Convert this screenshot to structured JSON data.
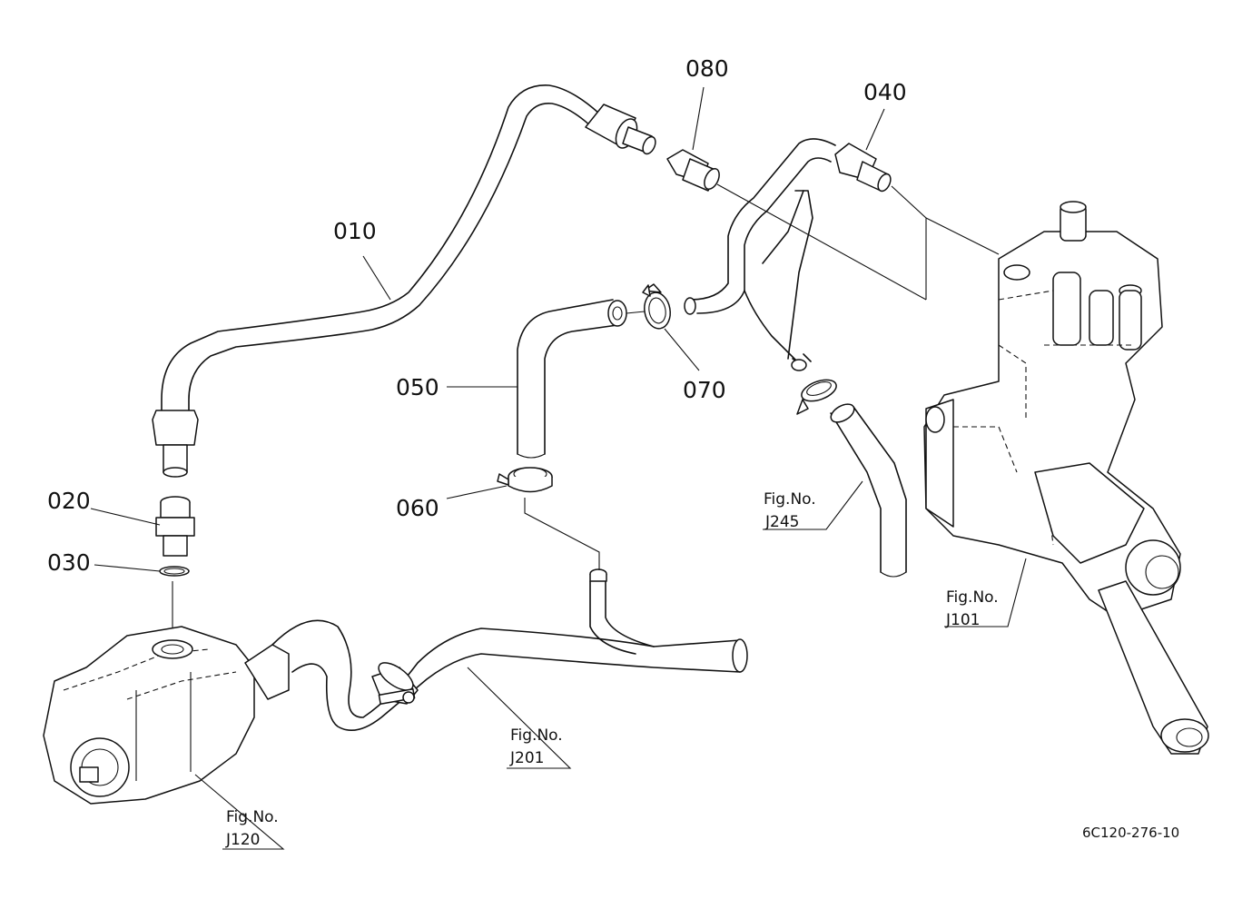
{
  "callouts": [
    {
      "id": "010",
      "label": "010"
    },
    {
      "id": "020",
      "label": "020"
    },
    {
      "id": "030",
      "label": "030"
    },
    {
      "id": "040",
      "label": "040"
    },
    {
      "id": "050",
      "label": "050"
    },
    {
      "id": "060",
      "label": "060"
    },
    {
      "id": "070",
      "label": "070"
    },
    {
      "id": "080",
      "label": "080"
    }
  ],
  "figure_refs": [
    {
      "caption": "Fig.No.",
      "number": "J245"
    },
    {
      "caption": "Fig.No.",
      "number": "J101"
    },
    {
      "caption": "Fig.No.",
      "number": "J201"
    },
    {
      "caption": "Fig.No.",
      "number": "J120"
    }
  ],
  "drawing_code": "6C120-276-10"
}
